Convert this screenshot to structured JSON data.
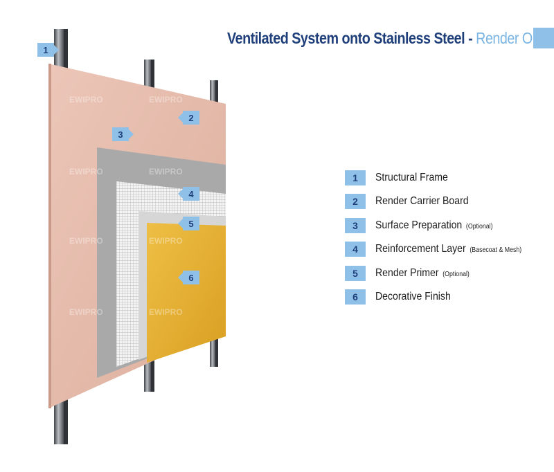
{
  "title": {
    "main": "Ventilated System onto Stainless Steel -",
    "sub": " Render Only"
  },
  "legend": [
    {
      "num": "1",
      "label": "Structural Frame",
      "note": ""
    },
    {
      "num": "2",
      "label": "Render Carrier Board",
      "note": ""
    },
    {
      "num": "3",
      "label": "Surface Preparation",
      "note": "(Optional)"
    },
    {
      "num": "4",
      "label": "Reinforcement Layer",
      "note": "(Basecoat & Mesh)"
    },
    {
      "num": "5",
      "label": "Render Primer",
      "note": "(Optional)"
    },
    {
      "num": "6",
      "label": "Decorative Finish",
      "note": ""
    }
  ],
  "watermark": "EWIPRO",
  "colors": {
    "accent": "#8fc0e8",
    "title_blue": "#1f3f7a",
    "board": "#e4b9a9",
    "basecoat": "#a8a8a8",
    "primer": "#d4d4d4",
    "finish": "#e2ac2e",
    "steel": "#6f747a"
  }
}
